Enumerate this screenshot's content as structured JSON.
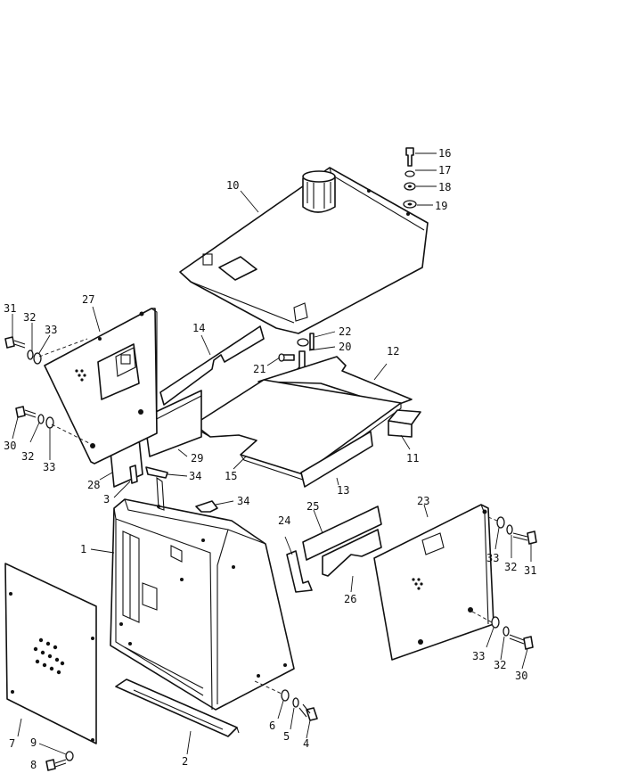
{
  "diagram": {
    "part_numbers": {
      "p1": "1",
      "p2": "2",
      "p3": "3",
      "p4": "4",
      "p5": "5",
      "p6": "6",
      "p7": "7",
      "p8": "8",
      "p9": "9",
      "p10": "10",
      "p11": "11",
      "p12": "12",
      "p13": "13",
      "p14": "14",
      "p15": "15",
      "p16": "16",
      "p17": "17",
      "p18": "18",
      "p19": "19",
      "p20": "20",
      "p21": "21",
      "p22": "22",
      "p23": "23",
      "p24": "24",
      "p25": "25",
      "p26": "26",
      "p27": "27",
      "p28": "28",
      "p29": "29",
      "p30a": "30",
      "p30b": "30",
      "p31a": "31",
      "p31b": "31",
      "p32a": "32",
      "p32b": "32",
      "p32c": "32",
      "p32d": "32",
      "p33a": "33",
      "p33b": "33",
      "p33c": "33",
      "p33d": "33",
      "p34a": "34",
      "p34b": "34"
    }
  }
}
